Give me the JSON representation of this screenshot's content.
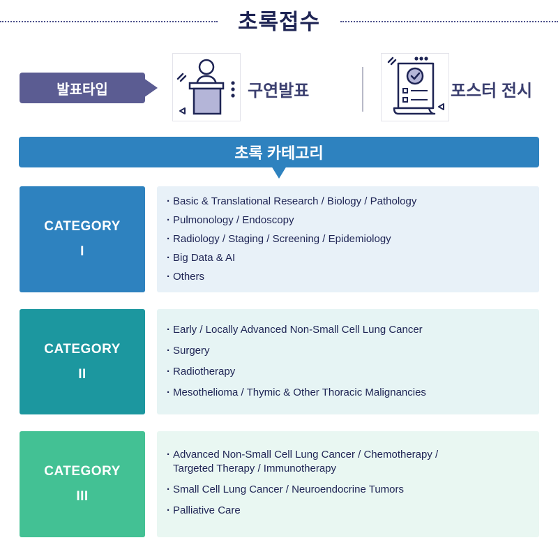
{
  "header": {
    "title": "초록접수"
  },
  "presentation": {
    "label": "발표타입",
    "types": [
      {
        "name": "구연발표",
        "icon": "podium-speaker-icon"
      },
      {
        "name": "포스터 전시",
        "icon": "poster-checklist-icon"
      }
    ]
  },
  "category_banner": {
    "title": "초록 카테고리"
  },
  "categories": [
    {
      "label": "CATEGORY",
      "numeral": "I",
      "color": "#2e82bf",
      "items": [
        "Basic & Translational Research / Biology / Pathology",
        "Pulmonology / Endoscopy",
        "Radiology / Staging / Screening / Epidemiology",
        "Big Data & AI",
        "Others"
      ]
    },
    {
      "label": "CATEGORY",
      "numeral": "II",
      "color": "#1c979f",
      "items": [
        "Early / Locally Advanced Non-Small Cell Lung Cancer",
        "Surgery",
        "Radiotherapy",
        "Mesothelioma / Thymic & Other Thoracic Malignancies"
      ]
    },
    {
      "label": "CATEGORY",
      "numeral": "III",
      "color": "#43c194",
      "items": [
        "Advanced Non-Small Cell Lung Cancer / Chemotherapy / Targeted Therapy / Immunotherapy",
        "Small Cell Lung Cancer / Neuroendocrine Tumors",
        "Palliative Care"
      ]
    }
  ]
}
